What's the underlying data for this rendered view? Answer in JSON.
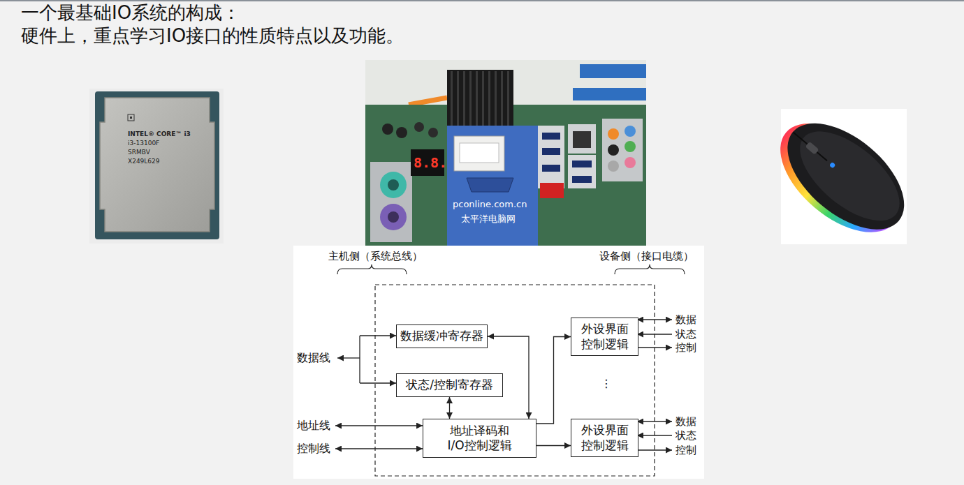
{
  "diagram": {
    "title": "一个最基础IO系统的构成：",
    "nodes": [
      {
        "text": [
          "数据缓冲寄存器"
        ]
      },
      {
        "text": [
          "外设界面 控制逻辑"
        ]
      },
      {
        "text": [
          "状态/控制寄存器"
        ]
      },
      {
        "text": [
          "地址译码和 I/O控制逻辑"
        ]
      },
      {
        "text": [
          "外设界面 控制逻辑"
        ]
      }
    ],
    "edges": [
      {
        "from": 0,
        "to": 3,
        "arrow": "both"
      },
      {
        "from": 2,
        "to": 3,
        "arrow": "both"
      },
      {
        "from": 3,
        "to": 1,
        "arrow": "to"
      },
      {
        "from": 3,
        "to": 4,
        "arrow": "to"
      }
    ],
    "labels": [
      "硬件上，重点学习IO接口的性质特点以及功能。",
      "INTEL® CORE™ i3",
      "i3-13100F",
      "SRMBV",
      "X249L629",
      "8.8.",
      "pconline.com.cn",
      "太平洋电脑网",
      "主机侧（系统总线）",
      "设备侧（接口电缆）",
      "数据线",
      "地址线",
      "控制线",
      "数据",
      "状态",
      "控制",
      "⋮",
      "数据",
      "状态",
      "控制"
    ]
  }
}
